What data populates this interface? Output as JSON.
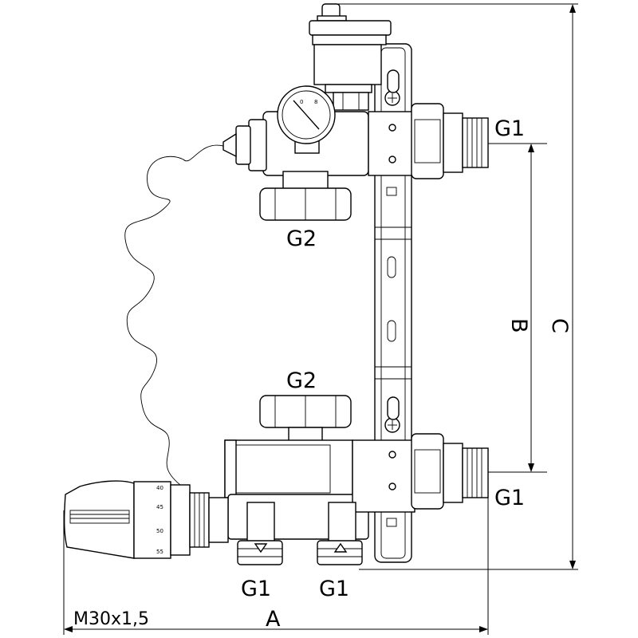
{
  "labels": {
    "g1_top_right": "G1",
    "g1_bottom_right": "G1",
    "g1_bottom_left": "G1",
    "g1_bottom_center": "G1",
    "g2_top": "G2",
    "g2_middle": "G2",
    "dim_a": "A",
    "dim_b": "B",
    "dim_c": "C",
    "thread_spec": "M30x1,5"
  },
  "gauge": {
    "scale_numbers": [
      "40",
      "45",
      "50",
      "55"
    ],
    "dial_marks": [
      "0",
      "8"
    ]
  }
}
